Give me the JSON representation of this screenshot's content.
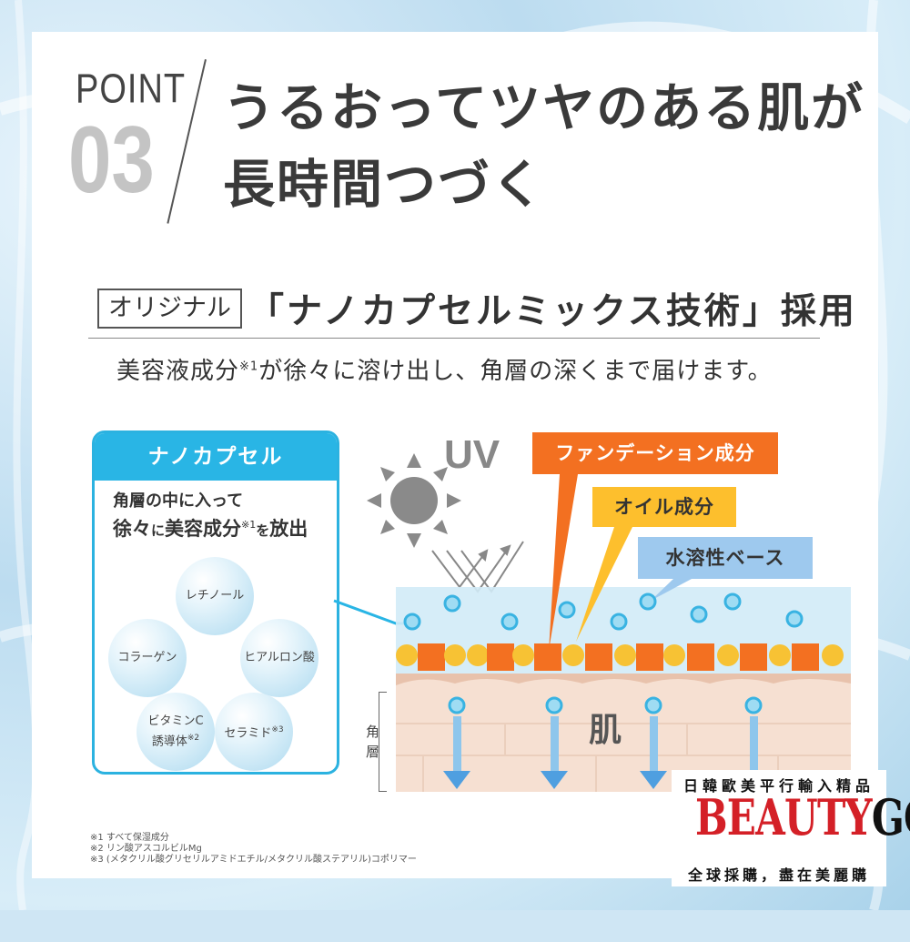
{
  "point": {
    "label": "POINT",
    "number": "03"
  },
  "headline": {
    "line1": "うるおってツヤのある肌が",
    "line2": "長時間つづく"
  },
  "subtitle": {
    "tag": "オリジナル",
    "text": "「ナノカプセルミックス技術」採用"
  },
  "description": {
    "before": "美容液成分",
    "mark": "※1",
    "after": "が徐々に溶け出し、角層の深くまで届けます。"
  },
  "nano_box": {
    "title": "ナノカプセル",
    "line1": "角層の中に入って",
    "line2_a": "徐々",
    "line2_b": "に",
    "line2_c": "美容成分",
    "line2_mark": "※1",
    "line2_d": "を",
    "line2_e": "放出",
    "ingredients": {
      "retinol": "レチノール",
      "collagen": "コラーゲン",
      "hyaluronic": "ヒアルロン酸",
      "vitc_line1": "ビタミンC",
      "vitc_line2": "誘導体",
      "vitc_mark": "※2",
      "ceramide": "セラミド",
      "ceramide_mark": "※3"
    }
  },
  "diagram": {
    "uv": "UV",
    "foundation": "ファンデーション成分",
    "oil": "オイル成分",
    "water": "水溶性ベース",
    "skin": "肌",
    "stratum": "角層"
  },
  "notes": [
    "※1 すべて保湿成分",
    "※2 リン酸アスコルビルMg",
    "※3 (メタクリル酸グリセリルアミドエチル/メタクリル酸ステアリル)コポリマー"
  ],
  "logo": {
    "top": "日韓歐美平行輸入精品",
    "brand_a": "BEAUTY",
    "brand_b": "GO",
    "bottom": "全球採購，盡在美麗購"
  },
  "colors": {
    "cyan": "#29b5e5",
    "orange": "#f37021",
    "yellow": "#fdbf2d",
    "water": "#9ec9ee",
    "logo_red": "#d42027"
  }
}
